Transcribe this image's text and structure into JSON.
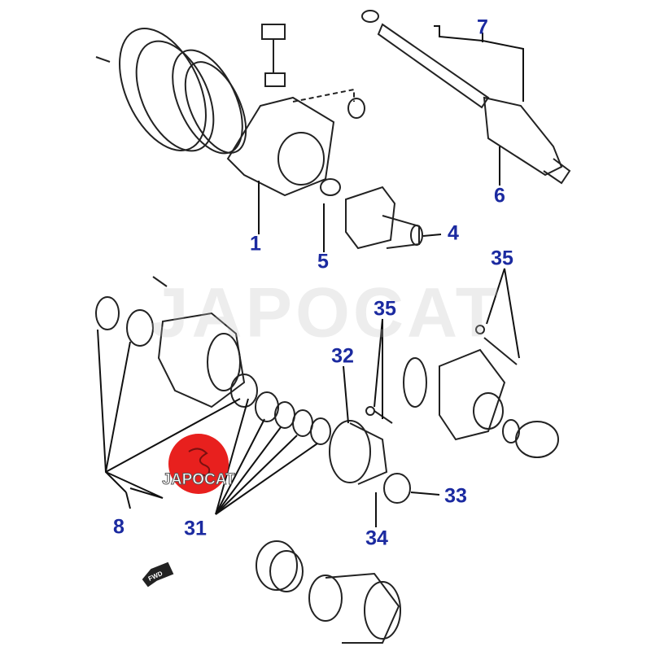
{
  "watermark": "JAPOCAT",
  "logo": {
    "text": "JAPOCAT",
    "color": "#e8201e"
  },
  "direction_marker": "FWD",
  "label_color": "#1b2aa0",
  "callouts": {
    "c1": "1",
    "c4": "4",
    "c5": "5",
    "c6": "6",
    "c7": "7",
    "c8": "8",
    "c31": "31",
    "c32": "32",
    "c33": "33",
    "c34": "34",
    "c35a": "35",
    "c35b": "35"
  }
}
